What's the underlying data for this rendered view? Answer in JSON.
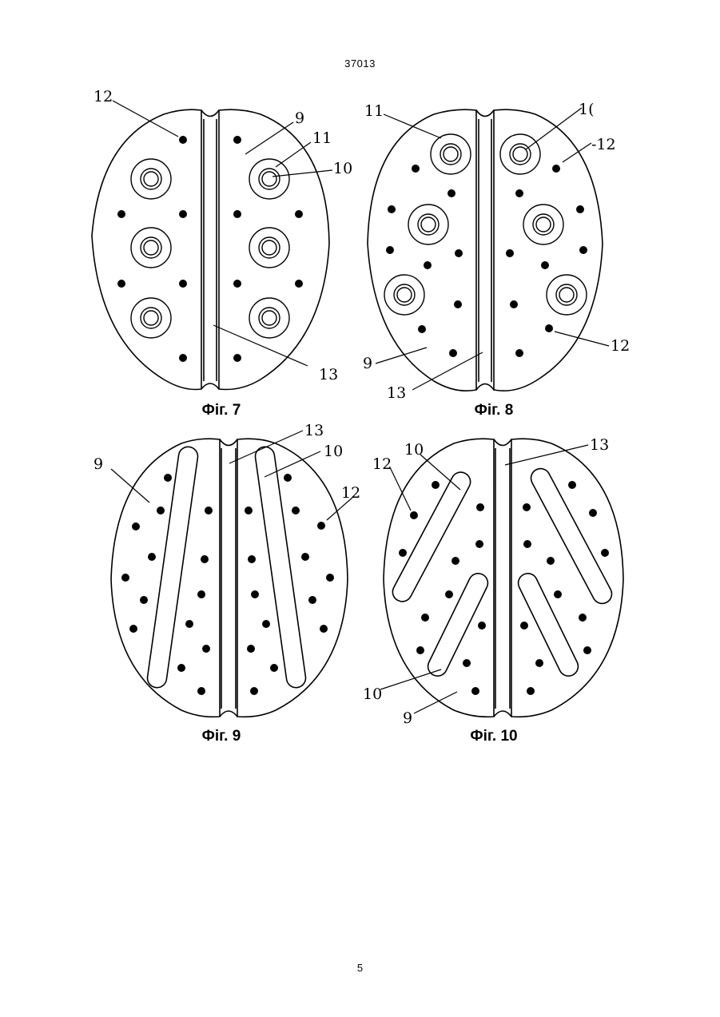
{
  "document": {
    "header": "37013",
    "page_number": "5"
  },
  "figures": [
    {
      "caption": "Фіг. 7",
      "refs": [
        "12",
        "9",
        "11",
        "10",
        "13"
      ]
    },
    {
      "caption": "Фіг. 8",
      "refs": [
        "11",
        "1(",
        "-12",
        "12",
        "9",
        "13"
      ]
    },
    {
      "caption": "Фіг. 9",
      "refs": [
        "13",
        "10",
        "9",
        "12"
      ]
    },
    {
      "caption": "Фіг. 10",
      "refs": [
        "10",
        "13",
        "12",
        "10",
        "9"
      ]
    }
  ]
}
